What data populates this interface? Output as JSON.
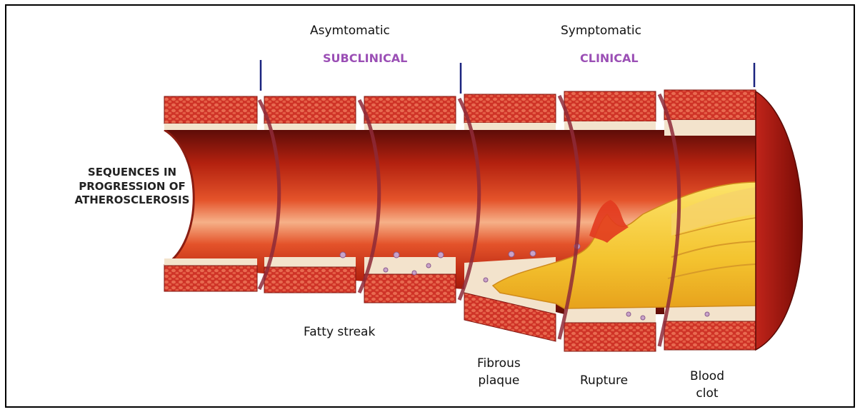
{
  "title_lines": [
    "SEQUENCES IN",
    "PROGRESSION OF",
    "ATHEROSCLEROSIS"
  ],
  "phases": {
    "asymptomatic": {
      "heading": "Asymtomatic",
      "subheading": "SUBCLINICAL"
    },
    "symptomatic": {
      "heading": "Symptomatic",
      "subheading": "CLINICAL"
    }
  },
  "stages": {
    "fatty_streak": {
      "line1": "Fatty streak"
    },
    "fibrous_plaque": {
      "line1": "Fibrous",
      "line2": "plaque"
    },
    "rupture": {
      "line1": "Rupture"
    },
    "blood_clot": {
      "line1": "Blood",
      "line2": "clot"
    }
  },
  "colors": {
    "accent_purple": "#9b4fb5",
    "divider_navy": "#1a237e",
    "vessel_wall": "#c62828",
    "lumen_dark": "#8b1a10",
    "plaque_yellow": "#f4c430",
    "intima_cream": "#f3e3cc"
  }
}
